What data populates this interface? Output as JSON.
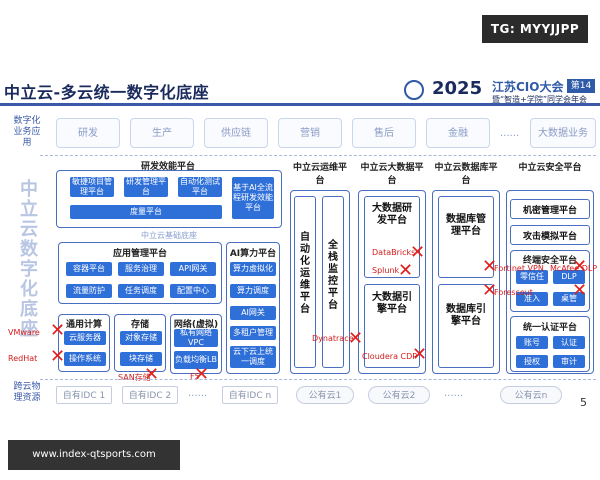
{
  "watermark_tag": "TG: MYYJJPP",
  "title": "中立云-多云统一数字化底座",
  "logo": {
    "year": "2025",
    "name": "江苏CIO大会",
    "edition": "第14届",
    "slogan": "暨“智造+学院”同学会年会"
  },
  "page_number": "5",
  "url_watermark": "www.index-qtsports.com",
  "row_labels": {
    "apps": "数字化业务应用",
    "base": "中立云数字化底座",
    "infra": "跨云物理资源"
  },
  "apps": [
    "研发",
    "生产",
    "供应链",
    "营销",
    "售后",
    "金融",
    "......",
    "大数据业务"
  ],
  "rd_platform": {
    "title": "研发效能平台",
    "items": [
      "敏捷项目管理平台",
      "研发管理平台",
      "自动化测试平台",
      "度量平台",
      "基于AI全流程研发效能平台"
    ]
  },
  "base_label": "中立云基础底座",
  "app_mgmt": {
    "title": "应用管理平台",
    "items": [
      "容器平台",
      "服务治理",
      "API网关",
      "流量防护",
      "任务调度",
      "配置中心"
    ]
  },
  "ai_platform": {
    "title": "AI算力平台",
    "items": [
      "算力虚拟化",
      "算力调度",
      "AI网关",
      "多租户管理",
      "云下云上统一调度"
    ]
  },
  "compute": {
    "title": "通用计算",
    "items": [
      "云服务器",
      "操作系统"
    ]
  },
  "storage": {
    "title": "存储",
    "items": [
      "对象存储",
      "块存储"
    ]
  },
  "network": {
    "title": "网络(虚拟)",
    "items": [
      "私有网络VPC",
      "负载均衡LB"
    ]
  },
  "ops": {
    "title": "中立云运维平台",
    "col1": "自动化运维平台",
    "col2": "全栈监控平台"
  },
  "bigdata": {
    "title": "中立云大数据平台",
    "box1": "大数据研发平台",
    "box2": "大数据引擎平台"
  },
  "database": {
    "title": "中立云数据库平台",
    "box1": "数据库管理平台",
    "box2": "数据库引擎平台"
  },
  "security": {
    "title": "中立云安全平台",
    "items": [
      "机密管理平台",
      "攻击模拟平台"
    ],
    "terminal_title": "终端安全平台",
    "terminal_items": [
      "零信任",
      "DLP",
      "准入",
      "桌管"
    ],
    "auth_title": "统一认证平台",
    "auth_items": [
      "账号",
      "认证",
      "授权",
      "审计"
    ]
  },
  "replaced_vendors": [
    "VMware",
    "RedHat",
    "SAN存储",
    "F5",
    "Dynatrace",
    "DataBricks",
    "Splunk",
    "Cloudera CDP",
    "Fortinet VPN",
    "McAfee DLP",
    "Forescout"
  ],
  "infra": {
    "idc": [
      "自有IDC 1",
      "自有IDC 2",
      "......",
      "自有IDC n"
    ],
    "cloud": [
      "公有云1",
      "公有云2",
      "......",
      "公有云n"
    ]
  },
  "colors": {
    "accent": "#2f6fd8",
    "strike": "#e0201c",
    "title": "#1a2a5c"
  }
}
